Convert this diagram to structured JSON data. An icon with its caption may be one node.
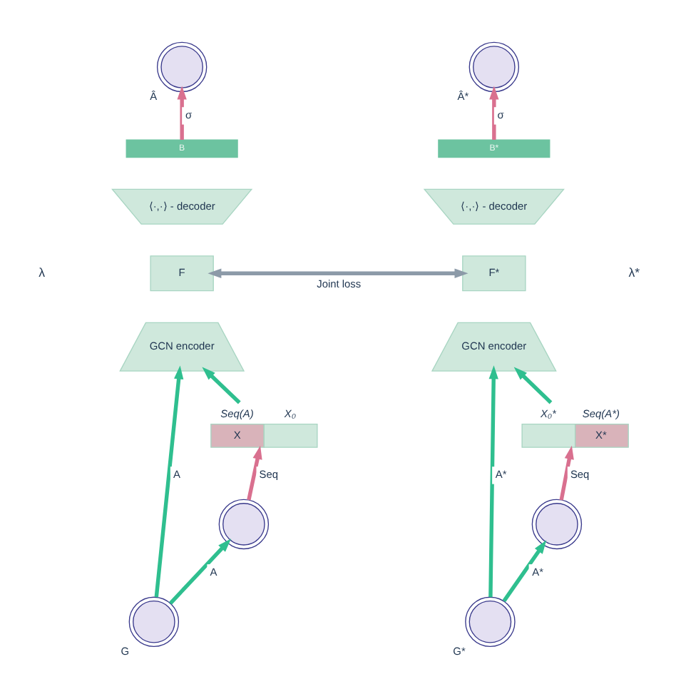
{
  "diagram": {
    "nodes": [
      {
        "text": [],
        "shape": "picture",
        "beside": [
          "Â"
        ]
      },
      {
        "text": [],
        "shape": "picture",
        "beside": [
          "Â*"
        ]
      },
      {
        "text": [
          "B"
        ]
      },
      {
        "text": [
          "B*"
        ]
      },
      {
        "text": [
          "⟨·,·⟩ - decoder"
        ]
      },
      {
        "text": [
          "⟨·,·⟩ - decoder"
        ]
      },
      {
        "text": [
          "F"
        ]
      },
      {
        "text": [
          "F*"
        ]
      },
      {
        "text": [
          "GCN encoder"
        ]
      },
      {
        "text": [
          "GCN encoder"
        ]
      },
      {
        "text": [
          "X"
        ],
        "beside": [
          "Seq(A)",
          "X₀"
        ]
      },
      {
        "text": [
          "X*"
        ],
        "beside": [
          "X₀*",
          "Seq(A*)"
        ]
      },
      {
        "text": [],
        "shape": "picture",
        "beside": [
          "G"
        ]
      },
      {
        "text": [],
        "shape": "picture",
        "beside": [
          "G*"
        ]
      },
      {
        "text": [],
        "shape": "picture"
      },
      {
        "text": [],
        "shape": "picture"
      }
    ],
    "edges": [
      {
        "from": 2,
        "to": 0,
        "arrow": "to",
        "label": "σ",
        "color": "#d9708f"
      },
      {
        "from": 3,
        "to": 1,
        "arrow": "to",
        "label": "σ",
        "color": "#d9708f"
      },
      {
        "from": 6,
        "to": 7,
        "arrow": "both",
        "label": "Joint loss",
        "color": "#8c9aa8"
      },
      {
        "from": 10,
        "to": 8,
        "arrow": "to"
      },
      {
        "from": 11,
        "to": 9,
        "arrow": "to"
      },
      {
        "from": 12,
        "to": 8,
        "arrow": "to",
        "label": "A"
      },
      {
        "from": 13,
        "to": 9,
        "arrow": "to",
        "label": "A*"
      },
      {
        "from": 12,
        "to": 14,
        "arrow": "to",
        "label": "A"
      },
      {
        "from": 13,
        "to": 15,
        "arrow": "to",
        "label": "A*"
      },
      {
        "from": 14,
        "to": 10,
        "arrow": "to",
        "label": "Seq",
        "color": "#d9708f"
      },
      {
        "from": 15,
        "to": 11,
        "arrow": "to",
        "label": "Seq",
        "color": "#d9708f"
      }
    ],
    "labels": [
      "λ",
      "λ*"
    ]
  }
}
